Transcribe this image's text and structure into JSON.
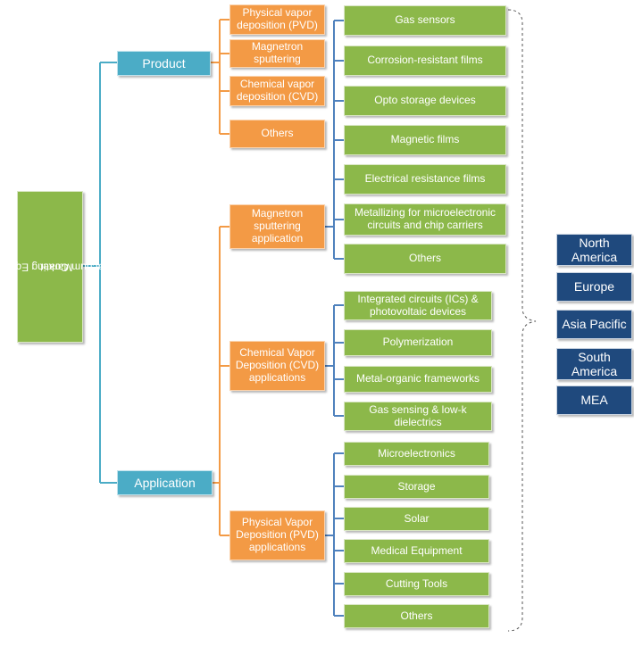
{
  "root": {
    "line1": "Vacuum Coating Equipment",
    "line2": "Market"
  },
  "segments": {
    "product": "Product",
    "application": "Application"
  },
  "product_types": [
    "Physical vapor deposition (PVD)",
    "Magnetron sputtering",
    "Chemical vapor deposition (CVD)",
    "Others"
  ],
  "applications": {
    "magnetron": {
      "label": "Magnetron sputtering application",
      "items": [
        "Gas sensors",
        "Corrosion-resistant films",
        "Opto storage devices",
        "Magnetic films",
        "Electrical resistance films",
        "Metallizing for microelectronic circuits and chip carriers",
        "Others"
      ]
    },
    "cvd": {
      "label": "Chemical Vapor Deposition (CVD) applications",
      "items": [
        "Integrated circuits (ICs) & photovoltaic devices",
        "Polymerization",
        "Metal-organic frameworks",
        "Gas sensing & low-k dielectrics"
      ]
    },
    "pvd": {
      "label": "Physical Vapor Deposition (PVD) applications",
      "items": [
        "Microelectronics",
        "Storage",
        "Solar",
        "Medical Equipment",
        "Cutting Tools",
        "Others"
      ]
    }
  },
  "regions": [
    "North America",
    "Europe",
    "Asia Pacific",
    "South America",
    "MEA"
  ],
  "colors": {
    "root": "#8cb84a",
    "segment": "#4bacc6",
    "type": "#f39a45",
    "application_item": "#8cb84a",
    "region": "#1f497d",
    "connector_root": "#4bacc6",
    "connector_segment": "#f39a45",
    "connector_type": "#4f81bd"
  }
}
